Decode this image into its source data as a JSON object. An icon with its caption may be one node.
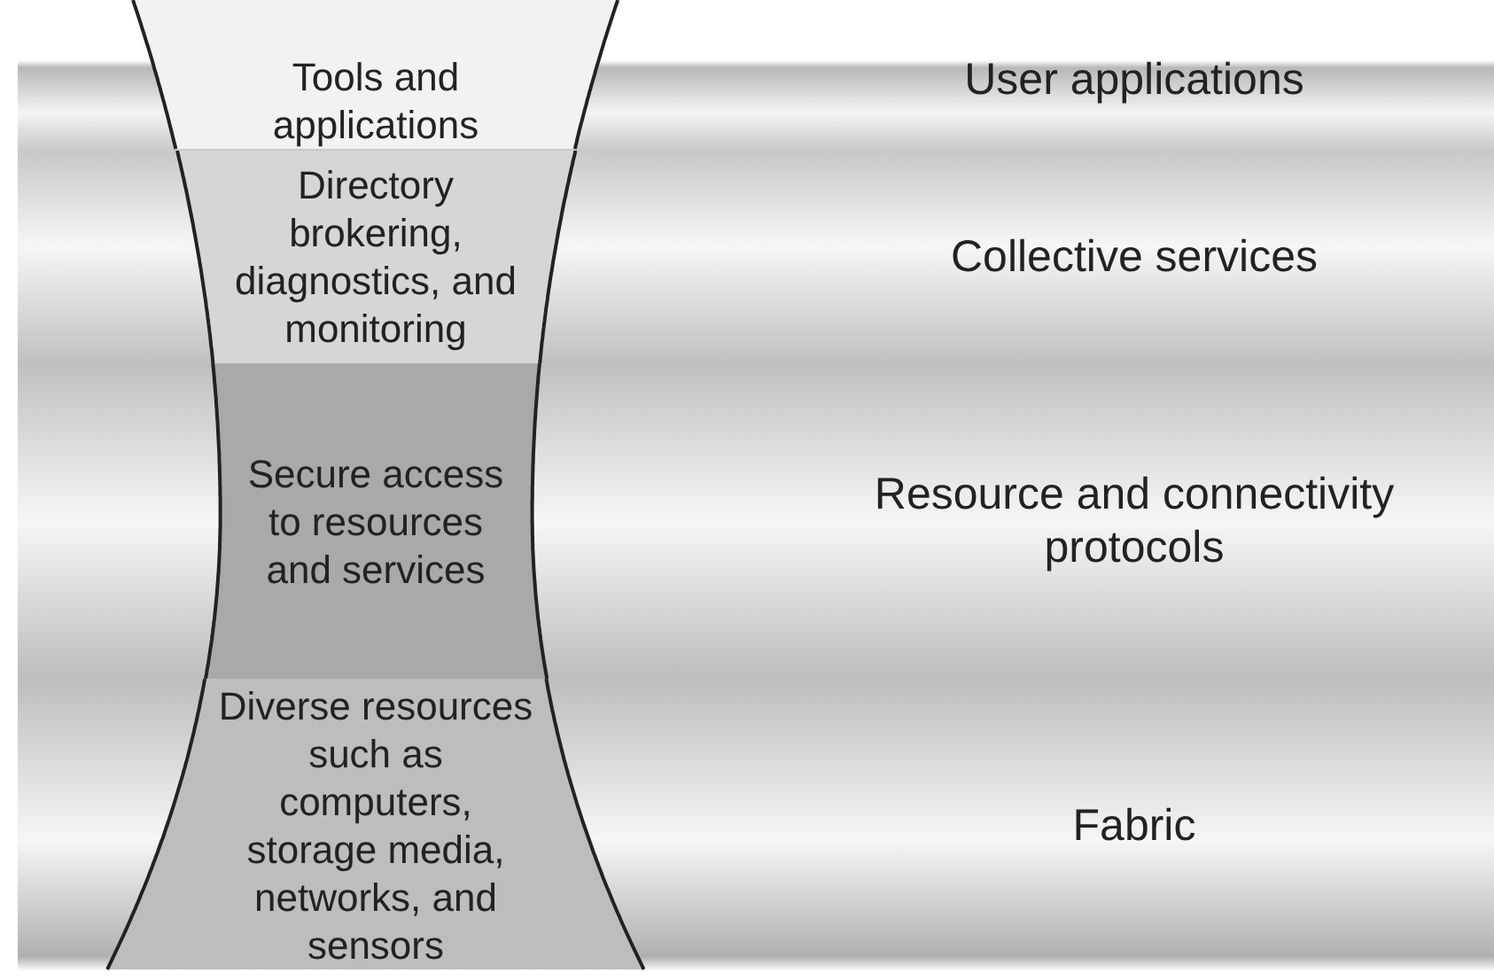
{
  "diagram": {
    "nodes": [
      {
        "text": [
          "User applications"
        ]
      },
      {
        "text": [
          "Tools and applications"
        ],
        "in": 0
      },
      {
        "text": [
          "Collective services"
        ]
      },
      {
        "text": [
          "Directory brokering, diagnostics, and monitoring"
        ],
        "in": 2
      },
      {
        "text": [
          "Resource and connectivity protocols"
        ]
      },
      {
        "text": [
          "Secure access to resources and services"
        ],
        "in": 4
      },
      {
        "text": [
          "Fabric"
        ]
      },
      {
        "text": [
          "Diverse resources such as computers, storage media, networks, and sensors"
        ],
        "in": 6
      }
    ],
    "edges": []
  }
}
